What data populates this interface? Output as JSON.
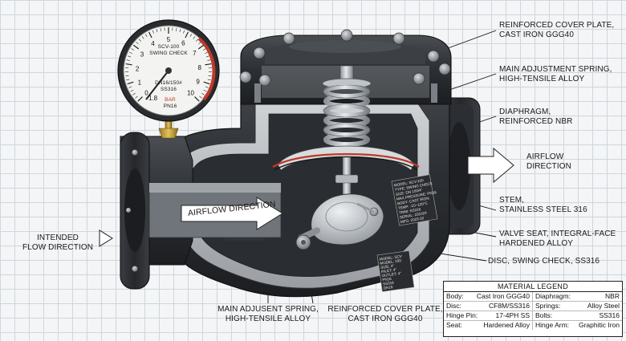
{
  "gauge": {
    "model": "SCV-100",
    "type": "SWING CHECK",
    "spec": "DN16/150#",
    "material": "SS316",
    "unit": "BAR",
    "rating": "PN16",
    "ticks": [
      "1",
      "2",
      "3",
      "4",
      "5",
      "6",
      "7",
      "8",
      "9",
      "10",
      "1.8",
      "0"
    ]
  },
  "callouts": {
    "cover_plate": [
      "REINFORCED COVER PLATE,",
      "CAST IRON GGG40"
    ],
    "main_spring": [
      "MAIN ADJUSTMENT SPRING,",
      "HIGH-TENSILE ALLOY"
    ],
    "diaphragm": [
      "DIAPHRAGM,",
      "REINFORCED NBR"
    ],
    "airflow_right": [
      "AIRFLOW",
      "DIRECTION"
    ],
    "stem": [
      "STEM,",
      "STAINLESS STEEL 316"
    ],
    "valve_seat": [
      "VALVE SEAT, INTEGRAL-FACE",
      "HARDENED ALLOY"
    ],
    "disc": "DISC, SWING CHECK, SS316",
    "intended_flow": [
      "INTENDED",
      "FLOW DIRECTION"
    ],
    "main_spring_bottom": [
      "MAIN ADJUSENT SPRING,",
      "HIGH-TENSILE ALLOY"
    ],
    "cover_plate_bottom": [
      "REINFORCED COVER PLATE,",
      "CAST IRON GGG40"
    ],
    "airflow_arrow": "AIRFLOW DIRECTION"
  },
  "nameplate_upper": [
    "MODEL: SCV-100",
    "TYPE: SWING CHECK",
    "SIZE: DN 100/4\"",
    "MAX PRESSURE: PN16",
    "BODY: CAST IRON",
    "TEMP: -10~120°C",
    "TRIM: SS316",
    "SERIAL: 231024",
    "MFG: 2023-10"
  ],
  "nameplate_lower": [
    "MODEL: SCV",
    "MODEL: 100",
    "SIZE: 4\"",
    "INLET: 4\"",
    "OUTLET: 4\"",
    "PN16",
    "SS316",
    "DN16"
  ],
  "legend": {
    "title": "MATERIAL LEGEND",
    "rows": [
      [
        "Body:",
        "Cast Iron GGG40"
      ],
      [
        "Diaphragm:",
        "NBR"
      ],
      [
        "Disc:",
        "CF8M/SS316"
      ],
      [
        "Springs:",
        "Alloy Steel"
      ],
      [
        "Hinge Pin:",
        "17-4PH SS"
      ],
      [
        "Bolts:",
        "SS316"
      ],
      [
        "Seat:",
        "Hardened Alloy"
      ],
      [
        "Hinge Arm:",
        "Graphitic Iron"
      ]
    ]
  }
}
